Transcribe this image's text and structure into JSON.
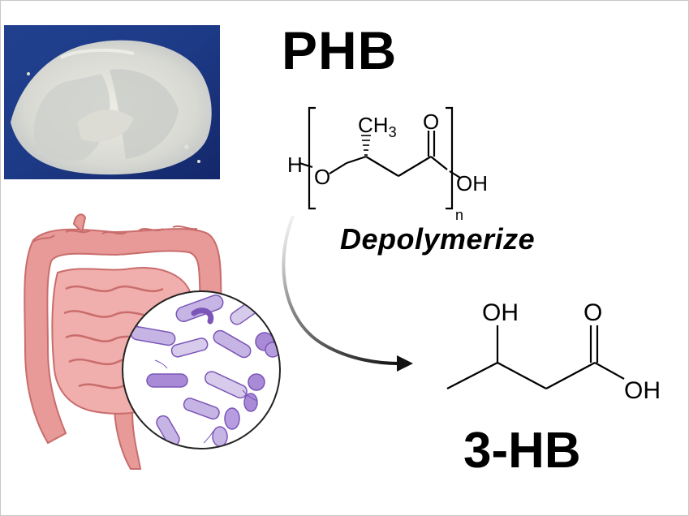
{
  "labels": {
    "polymer": "PHB",
    "process": "Depolymerize",
    "product": "3-HB"
  },
  "phb_structure": {
    "methyl": "CH3",
    "carbonyl_o": "O",
    "end_h": "H",
    "ether_o": "O",
    "end_oh": "OH",
    "repeat": "n"
  },
  "hb_structure": {
    "hydroxyl": "OH",
    "carbonyl_o": "O",
    "acid_oh": "OH"
  },
  "colors": {
    "powder_bg": "#1e3a8a",
    "intestine": "#e79a98",
    "intestine_dark": "#c96d6c",
    "bacteria": "#a98ad6",
    "bacteria_dark": "#7b56b8"
  }
}
